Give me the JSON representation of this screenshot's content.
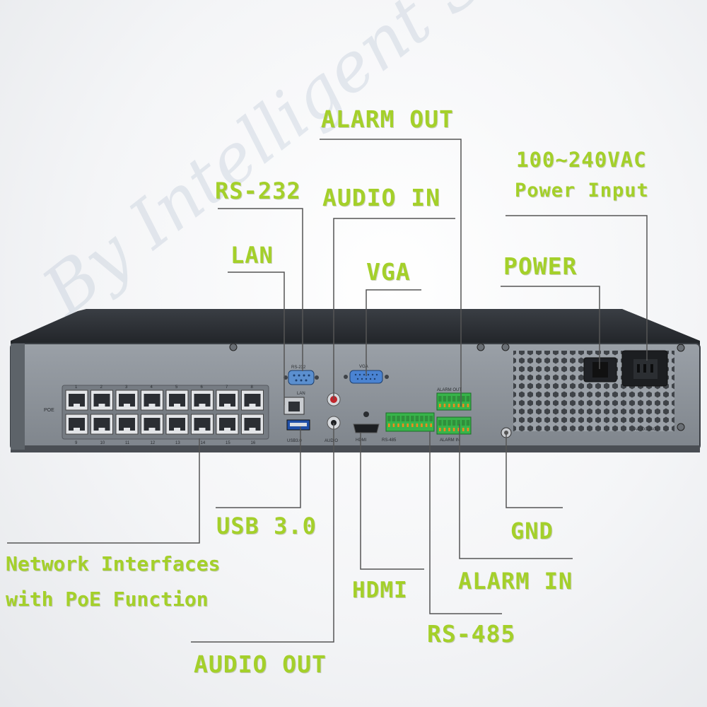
{
  "labels": {
    "alarm_out": "ALARM OUT",
    "power_input_line1": "100~240VAC",
    "power_input_line2": "Power Input",
    "rs232": "RS-232",
    "audio_in": "AUDIO IN",
    "lan": "LAN",
    "vga": "VGA",
    "power": "POWER",
    "usb": "USB 3.0",
    "gnd": "GND",
    "network_line1": "Network Interfaces",
    "network_line2": "with PoE Function",
    "hdmi": "HDMI",
    "alarm_in": "ALARM IN",
    "rs485": "RS-485",
    "audio_out": "AUDIO OUT"
  },
  "panel": {
    "poe_label": "POE",
    "port_numbers_top": [
      "1",
      "2",
      "3",
      "4",
      "5",
      "6",
      "7",
      "8"
    ],
    "port_numbers_bottom": [
      "9",
      "10",
      "11",
      "12",
      "13",
      "14",
      "15",
      "16"
    ],
    "rs232_label": "RS-232",
    "lan_label": "LAN",
    "usb_label": "USB3.0",
    "vga_label": "VGA",
    "hdmi_label": "HDMI",
    "audio_label": "AUDIO",
    "rs485_label": "RS-485",
    "alarm_out_label": "ALARM OUT",
    "alarm_in_label": "ALARM IN",
    "ac_label": "AC100-240V"
  },
  "colors": {
    "label": "#a4d02a",
    "panel": "#8d939b",
    "chassis_top": "#2c2f34",
    "terminal_green": "#37b44a"
  },
  "watermark": "By Intelligent Security Store"
}
